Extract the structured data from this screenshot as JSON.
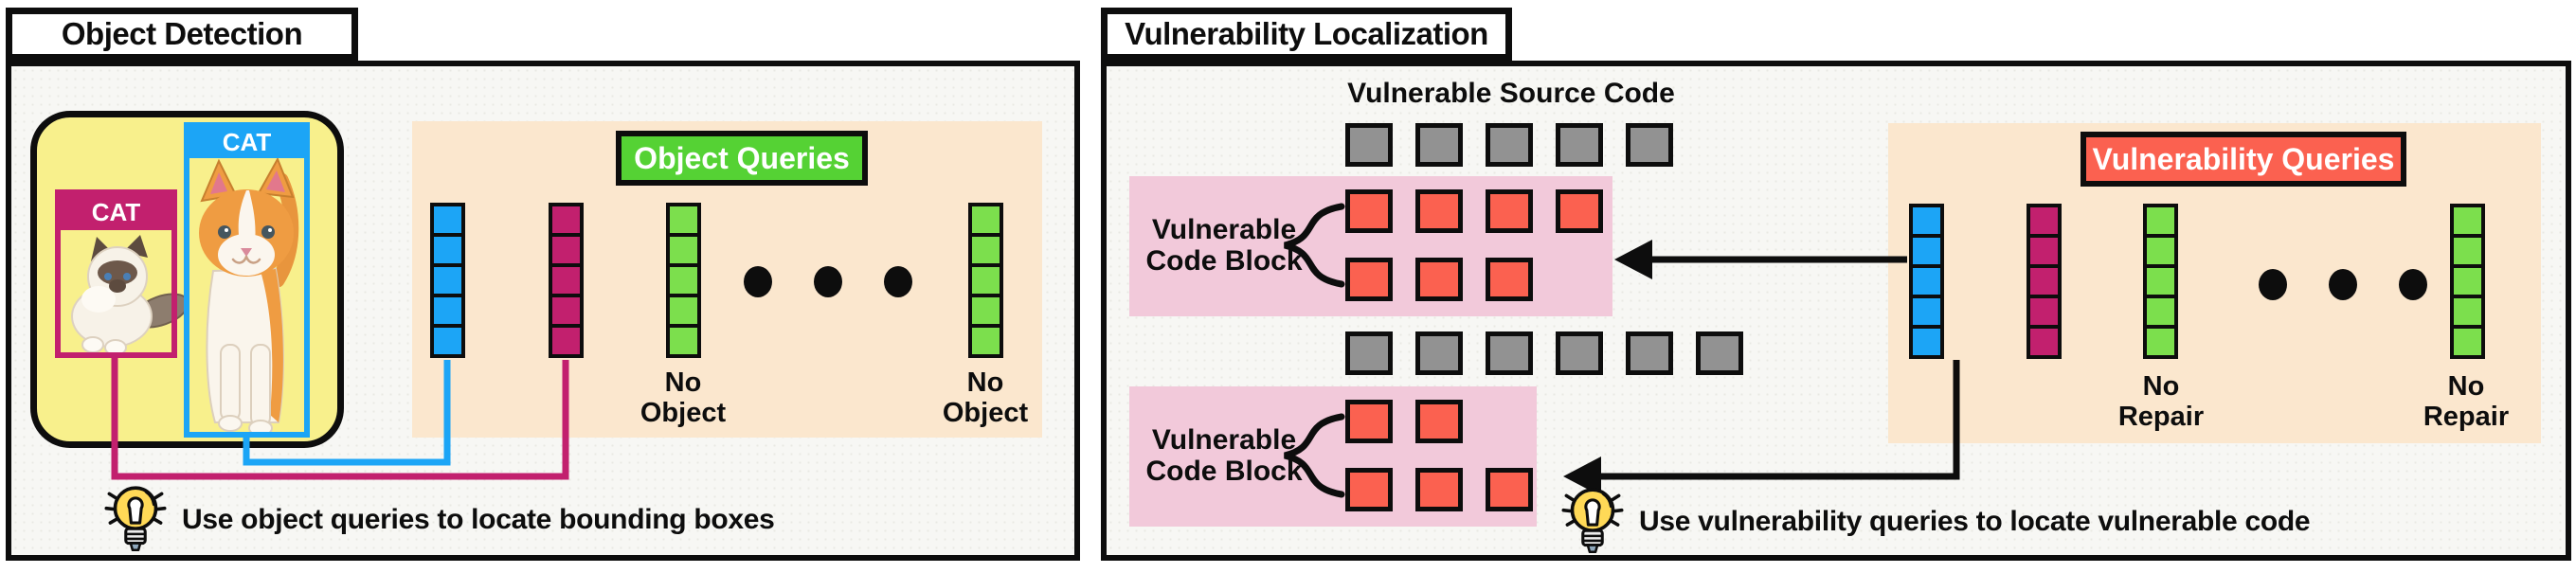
{
  "colors": {
    "panel_bg": "#f7f7f4",
    "image_yellow": "#f8f08c",
    "query_blue": "#1ca5f6",
    "query_magenta": "#c2206e",
    "label_green": "#55d234",
    "cell_green": "#7cdf4d",
    "peach_bg": "#fbe7ce",
    "pink_block_bg": "#f2c9da",
    "vuln_red": "#fb6150",
    "token_gray": "#929292",
    "outline_black": "#0d0d0d",
    "bulb_yellow": "#ffd957"
  },
  "left_panel": {
    "title": "Object Detection",
    "image": {
      "bbox_blue_label": "CAT",
      "bbox_magenta_label": "CAT"
    },
    "queries_box_label": "Object Queries",
    "stacks": [
      {
        "color": "blue",
        "cells": 5
      },
      {
        "color": "magenta",
        "cells": 5
      },
      {
        "color": "green",
        "cells": 5
      },
      {
        "color": "green",
        "cells": 5
      }
    ],
    "dots": 3,
    "no_object_1": {
      "line1": "No",
      "line2": "Object"
    },
    "no_object_2": {
      "line1": "No",
      "line2": "Object"
    },
    "caption": "Use object queries to locate bounding boxes"
  },
  "right_panel": {
    "title": "Vulnerability Localization",
    "source_heading": "Vulnerable Source Code",
    "code_blocks": [
      {
        "label_line1": "Vulnerable",
        "label_line2": "Code Block"
      },
      {
        "label_line1": "Vulnerable",
        "label_line2": "Code Block"
      }
    ],
    "token_rows": {
      "gray_row_1": {
        "color": "gray",
        "count": 5
      },
      "red_row_a": {
        "color": "red",
        "count": 4
      },
      "red_row_b": {
        "color": "red",
        "count": 3
      },
      "gray_row_2": {
        "color": "gray",
        "count": 6
      },
      "red_row_c": {
        "color": "red",
        "count": 2
      },
      "red_row_d": {
        "color": "red",
        "count": 3
      }
    },
    "queries_box_label": "Vulnerability Queries",
    "stacks": [
      {
        "color": "blue",
        "cells": 5
      },
      {
        "color": "magenta",
        "cells": 5
      },
      {
        "color": "green",
        "cells": 5
      },
      {
        "color": "green",
        "cells": 5
      }
    ],
    "dots": 3,
    "no_repair_1": {
      "line1": "No",
      "line2": "Repair"
    },
    "no_repair_2": {
      "line1": "No",
      "line2": "Repair"
    },
    "caption": "Use vulnerability queries to locate vulnerable code"
  }
}
